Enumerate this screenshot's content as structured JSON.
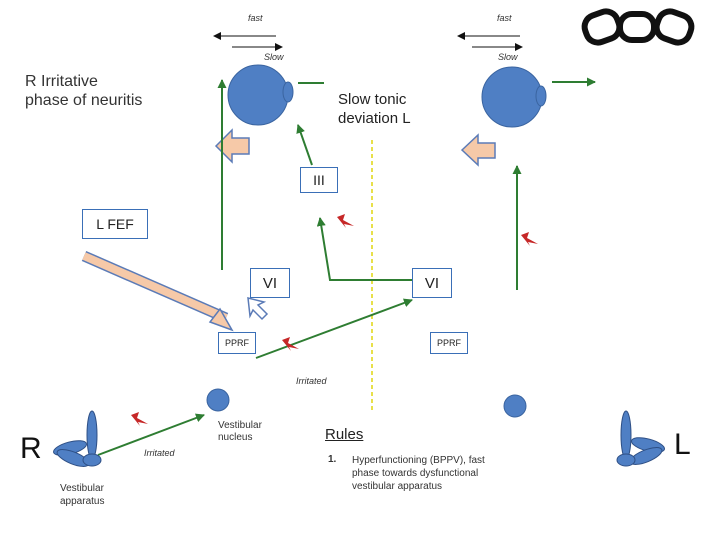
{
  "labels": {
    "fast_left": "fast",
    "fast_right": "fast",
    "slow_left": "Slow",
    "slow_right": "Slow",
    "title": "R Irritative phase of neuritis",
    "slow_tonic": "Slow tonic deviation L",
    "nucleus_iii": "III",
    "l_fef": "L FEF",
    "vi_left": "VI",
    "vi_right": "VI",
    "pprf_left": "PPRF",
    "pprf_right": "PPRF",
    "irritated_center": "Irritated",
    "irritated_left": "Irritated",
    "vestibular_nucleus": "Vestibular nucleus",
    "side_r": "R",
    "side_l": "L",
    "vestibular_apparatus": "Vestibular apparatus"
  },
  "rules": {
    "heading": "Rules",
    "items": [
      {
        "number": "1.",
        "text": "Hyperfunctioning (BPPV), fast phase towards dysfunctional vestibular apparatus"
      }
    ]
  },
  "colors": {
    "eye_blue": "#4f7fc4",
    "eye_stroke": "#3a64a0",
    "pathway_green": "#2e7d32",
    "midline_yellow": "#e8e04a",
    "box_border": "#3a6fb7",
    "block_arrow_fill": "#f6c9a8",
    "block_arrow_stroke": "#5b7bb7",
    "irritation_red": "#c62828",
    "chain_black": "#111111"
  },
  "icons": [
    "chain-link-icon",
    "eyeball-icon",
    "irritation-spark-icon",
    "semicircular-canal-icon"
  ]
}
